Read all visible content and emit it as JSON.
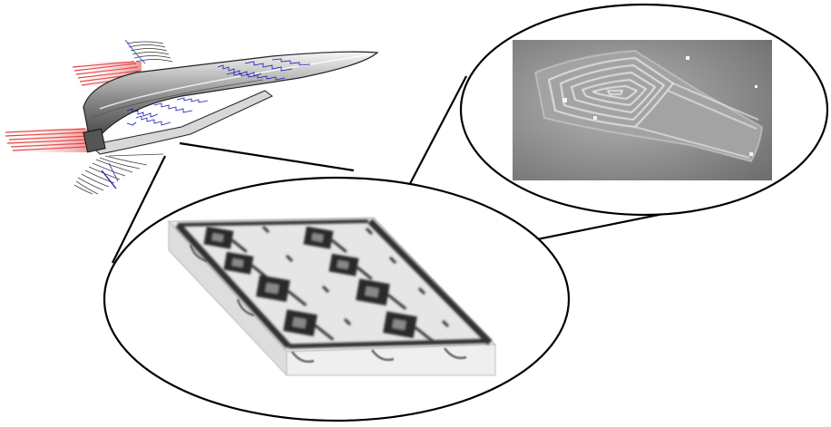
{
  "figure": {
    "background": "#ffffff",
    "line_color": "#000000",
    "wing_fill": "#9a9a9a",
    "flow_red": "#e03a3a",
    "flow_blue": "#1a1ab0",
    "photo_bg": "#8c8c8c",
    "panel_fill": "#e6e6e6",
    "panel_edge": "#c8c8c8"
  },
  "callouts": [
    {
      "name": "sensor-array-callout",
      "shows": "sensor-skin-panel"
    },
    {
      "name": "sensor-detail-callout",
      "shows": "flexible-coil-sensor-photo"
    }
  ]
}
